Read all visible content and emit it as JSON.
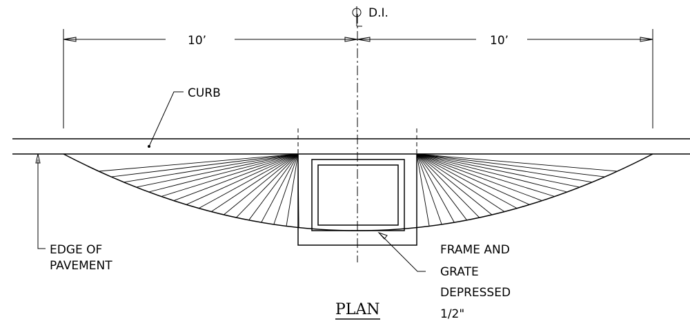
{
  "drawing": {
    "centerline_label": "D.I.",
    "dimension_left": "10’",
    "dimension_right": "10’",
    "curb_label": "CURB",
    "edge_label_line1": "EDGE OF",
    "edge_label_line2": "PAVEMENT",
    "frame_label_line1": "FRAME AND",
    "frame_label_line2": "GRATE",
    "frame_label_line3": "DEPRESSED",
    "frame_label_line4": "1/2\"",
    "title": "PLAN"
  }
}
